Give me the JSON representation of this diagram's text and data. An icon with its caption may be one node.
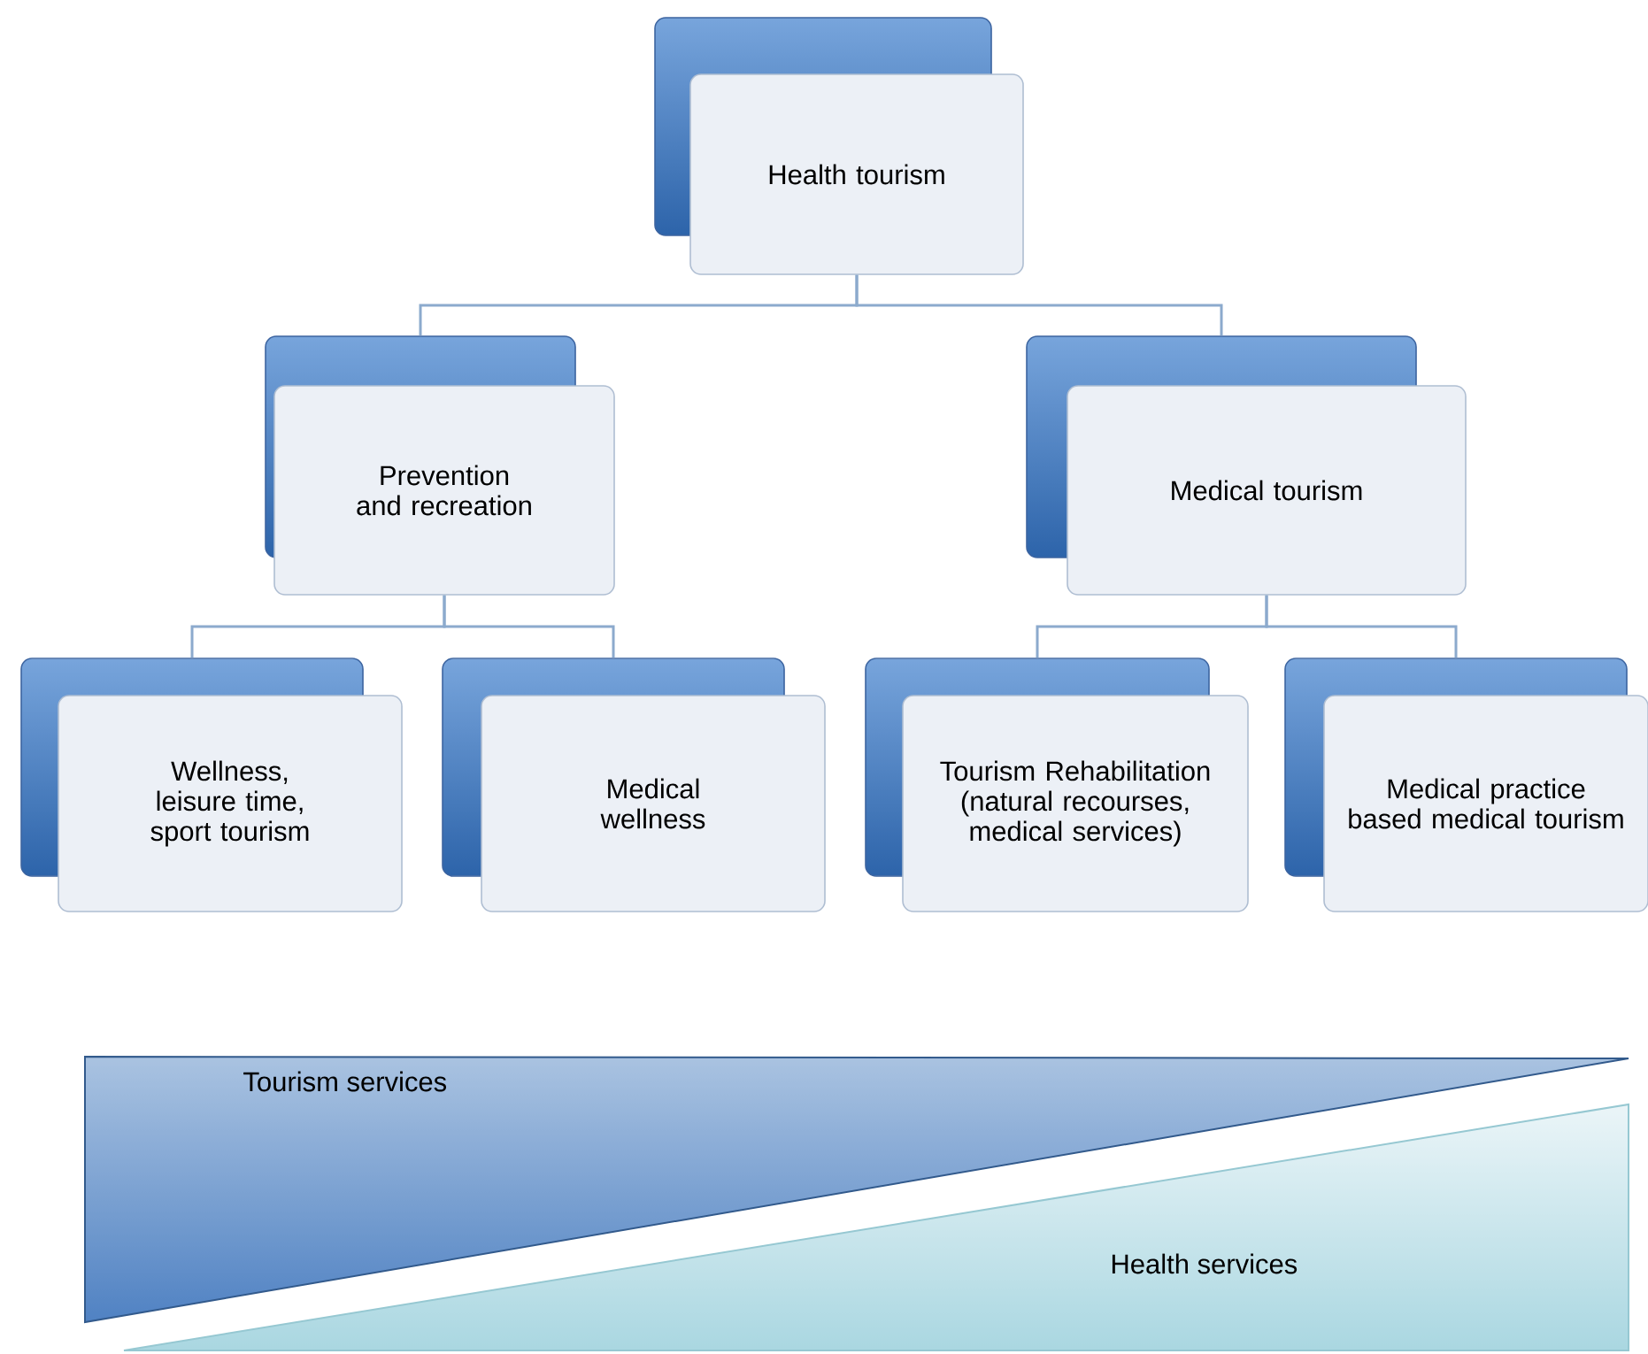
{
  "diagram": {
    "nodes": [
      {
        "text": [
          "Health tourism"
        ]
      },
      {
        "text": [
          "Prevention and recreation"
        ]
      },
      {
        "text": [
          "Medical tourism"
        ]
      },
      {
        "text": [
          "Wellness, leisure time, sport tourism"
        ]
      },
      {
        "text": [
          "Medical wellness"
        ]
      },
      {
        "text": [
          "Tourism Rehabilitation (natural recourses, medical services)"
        ]
      },
      {
        "text": [
          "Medical practice based medical tourism"
        ]
      },
      {
        "text": [
          "Tourism services"
        ]
      },
      {
        "text": [
          "Health services"
        ]
      }
    ],
    "edges": [
      {
        "from": 0,
        "to": 1,
        "arrow": "none"
      },
      {
        "from": 0,
        "to": 2,
        "arrow": "none"
      },
      {
        "from": 1,
        "to": 3,
        "arrow": "none"
      },
      {
        "from": 1,
        "to": 4,
        "arrow": "none"
      },
      {
        "from": 2,
        "to": 5,
        "arrow": "none"
      },
      {
        "from": 2,
        "to": 6,
        "arrow": "none"
      }
    ]
  }
}
